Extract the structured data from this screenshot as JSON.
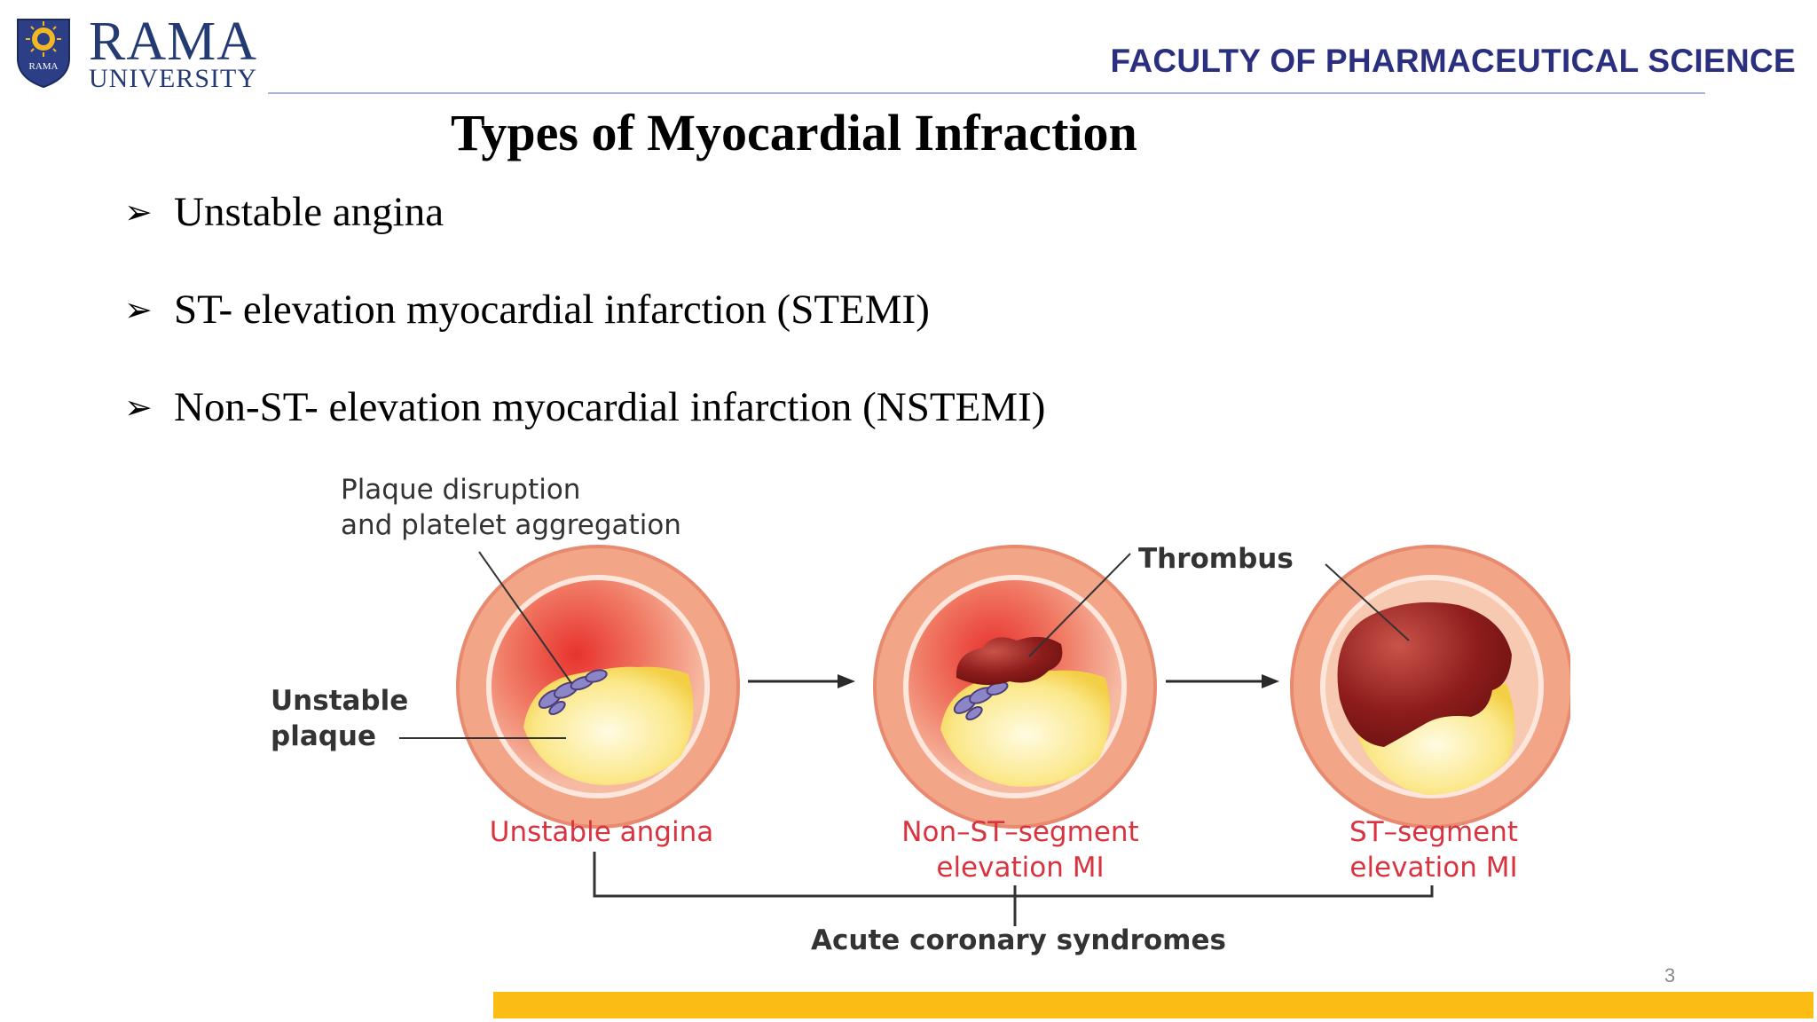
{
  "header": {
    "logo_name": "RAMA",
    "logo_sub": "UNIVERSITY",
    "logo_emblem_text": "RAMA",
    "faculty": "FACULTY OF PHARMACEUTICAL SCIENCE"
  },
  "slide": {
    "title": "Types of Myocardial Infraction",
    "bullets": [
      "Unstable angina",
      "ST- elevation myocardial infarction (STEMI)",
      "Non-ST- elevation myocardial infarction (NSTEMI)"
    ],
    "page_number": "3"
  },
  "figure": {
    "label_plaque_disruption": [
      "Plaque disruption",
      "and platelet aggregation"
    ],
    "label_thrombus": "Thrombus",
    "label_unstable_plaque": [
      "Unstable",
      "plaque"
    ],
    "caption_unstable_angina": "Unstable angina",
    "caption_nstemi": [
      "Non–ST–segment",
      "elevation MI"
    ],
    "caption_stemi": [
      "ST–segment",
      "elevation MI"
    ],
    "caption_acs": "Acute coronary syndromes"
  },
  "colors": {
    "brand_navy": "#243a72",
    "faculty_text": "#2b2f80",
    "footer_bar": "#fbbd13",
    "caption_red": "#d8343f"
  }
}
